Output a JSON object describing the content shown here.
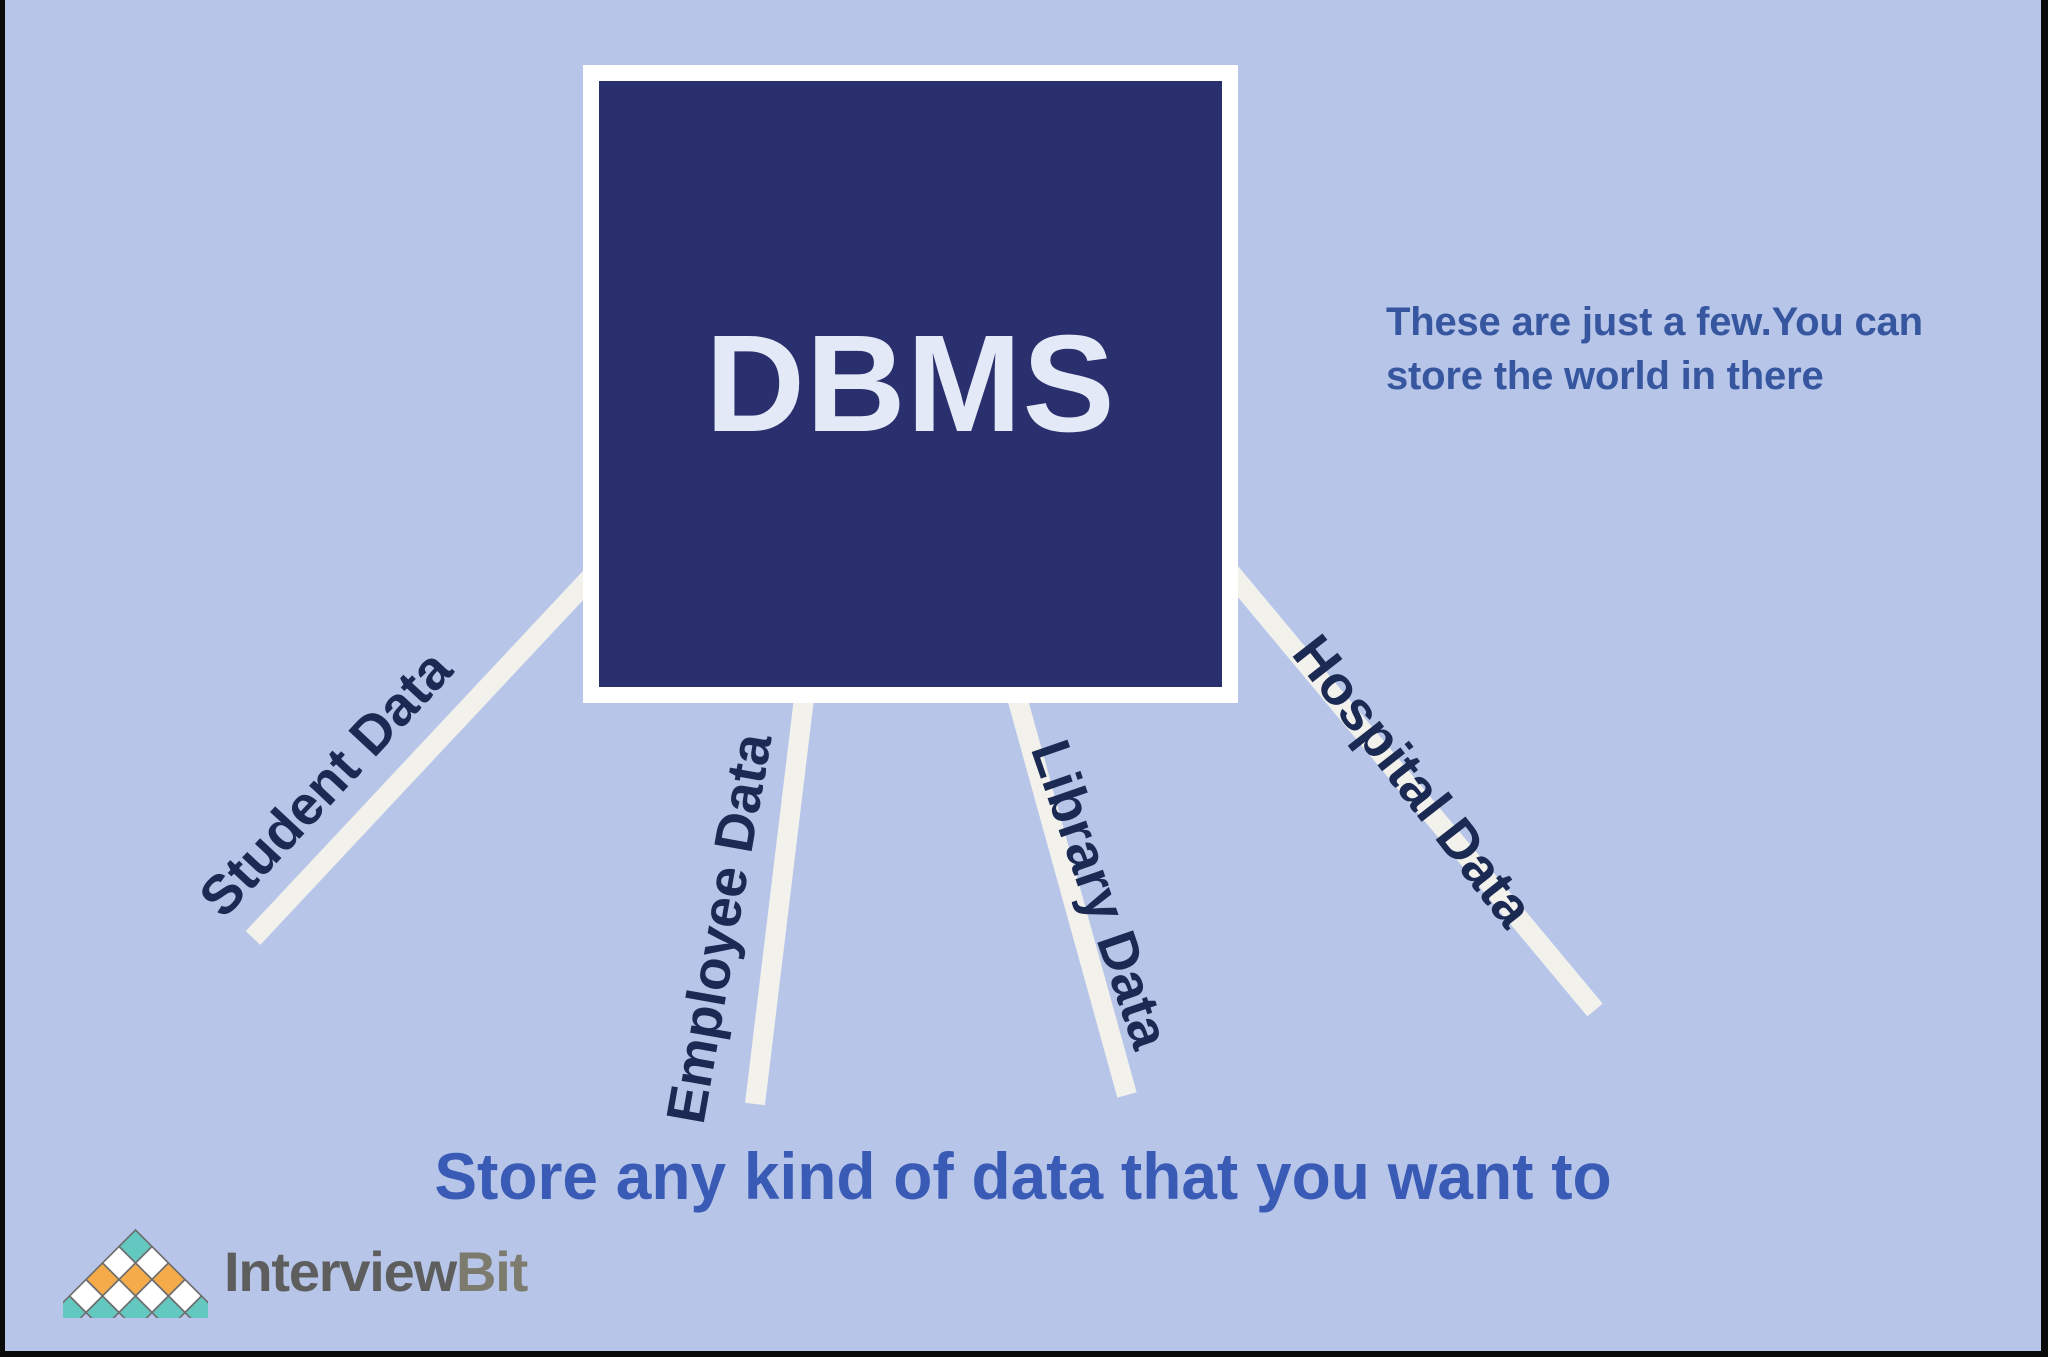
{
  "meta": {
    "background_color": "#b7c5e8",
    "box_fill_color": "#2a2f6d",
    "box_border_color": "#ffffff",
    "connector_color": "#f2f1ec",
    "label_color": "#1b2a52",
    "note_color": "#36569f",
    "caption_color": "#3a5bb5"
  },
  "diagram": {
    "central_node": {
      "label": "DBMS"
    },
    "branches": [
      {
        "label": "Student Data",
        "rotation_deg": -47
      },
      {
        "label": "Employee Data",
        "rotation_deg": -80
      },
      {
        "label": "Library Data",
        "rotation_deg": 71
      },
      {
        "label": "Hospital Data",
        "rotation_deg": 52
      }
    ],
    "side_note": {
      "line1": "These are just a few.You can",
      "line2": "store the world in there"
    },
    "caption": "Store any kind of data that you want to"
  },
  "logo": {
    "name_part1": "Interview",
    "name_part2": "Bit",
    "colors": {
      "teal": "#63c9c0",
      "white": "#ffffff",
      "orange": "#f5ab49",
      "stroke": "#6e6e6e"
    }
  }
}
